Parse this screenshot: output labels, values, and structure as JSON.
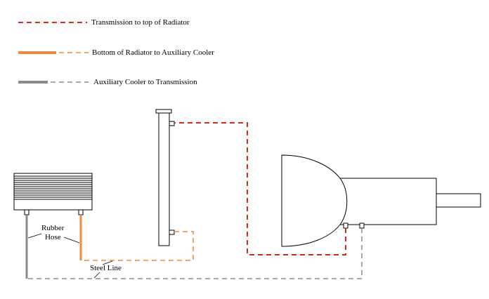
{
  "legend": [
    {
      "id": "red",
      "label": "Transmission to top of Radiator",
      "color": "#d42a1e",
      "style": "dashed"
    },
    {
      "id": "orange",
      "label": "Bottom of Radiator to Auxiliary Cooler",
      "color": "#f08a3c",
      "style": "solid-then-dashed"
    },
    {
      "id": "gray",
      "label": "Auxiliary Cooler to Transmission",
      "color": "#8a8a8a",
      "style": "solid-then-dashed"
    }
  ],
  "labels": {
    "rubber_hose_line1": "Rubber",
    "rubber_hose_line2": "Hose",
    "steel_line": "Steel Line"
  },
  "colors": {
    "outline": "#000000",
    "background": "#ffffff"
  }
}
